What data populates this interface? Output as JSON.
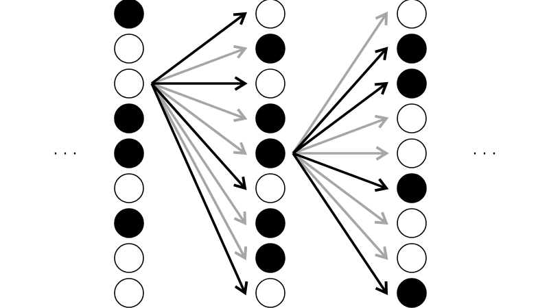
{
  "colors": {
    "on": "#000000",
    "off": "#ffffff",
    "arrow_strong": "#000000",
    "arrow_weak": "#a6a6a6"
  },
  "ellipsis_left": "· · ·",
  "ellipsis_right": "· · ·",
  "layers": [
    {
      "units": [
        1,
        0,
        0,
        1,
        1,
        0,
        1,
        0,
        0
      ]
    },
    {
      "units": [
        0,
        1,
        0,
        1,
        1,
        0,
        1,
        1,
        0
      ]
    },
    {
      "units": [
        0,
        1,
        1,
        0,
        0,
        1,
        0,
        0,
        1
      ]
    }
  ],
  "fans": [
    {
      "from_layer": 0,
      "from_unit": 2,
      "to_layer": 1,
      "weights": [
        "strong",
        "weak",
        "strong",
        "weak",
        "weak",
        "strong",
        "weak",
        "weak",
        "strong"
      ]
    },
    {
      "from_layer": 1,
      "from_unit": 4,
      "to_layer": 2,
      "weights": [
        "weak",
        "strong",
        "strong",
        "weak",
        "weak",
        "strong",
        "weak",
        "weak",
        "strong"
      ]
    }
  ]
}
